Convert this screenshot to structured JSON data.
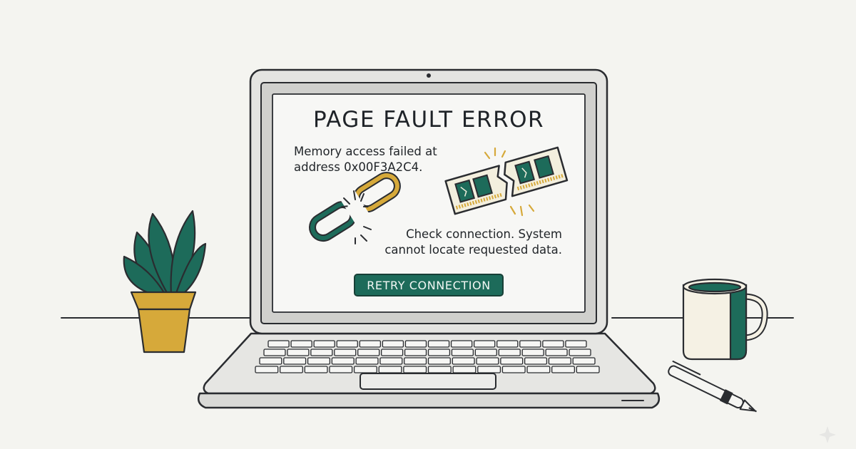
{
  "error_dialog": {
    "title": "PAGE FAULT ERROR",
    "memory_message": {
      "line1": "Memory access failed at",
      "line2": "address 0x00F3A2C4."
    },
    "check_message": {
      "line1": "Check connection. System",
      "line2": "cannot locate requested data."
    },
    "retry_label": "RETRY CONNECTION"
  },
  "icons": {
    "broken_link": "broken-chain-link-icon",
    "broken_memory": "broken-ram-stick-icon",
    "plant": "potted-plant-icon",
    "mug": "coffee-mug-icon",
    "pen": "pen-icon"
  },
  "colors": {
    "accent_green": "#1d6b5a",
    "accent_gold": "#d6a93a",
    "outline": "#2a2c30",
    "background": "#f4f4f0"
  }
}
